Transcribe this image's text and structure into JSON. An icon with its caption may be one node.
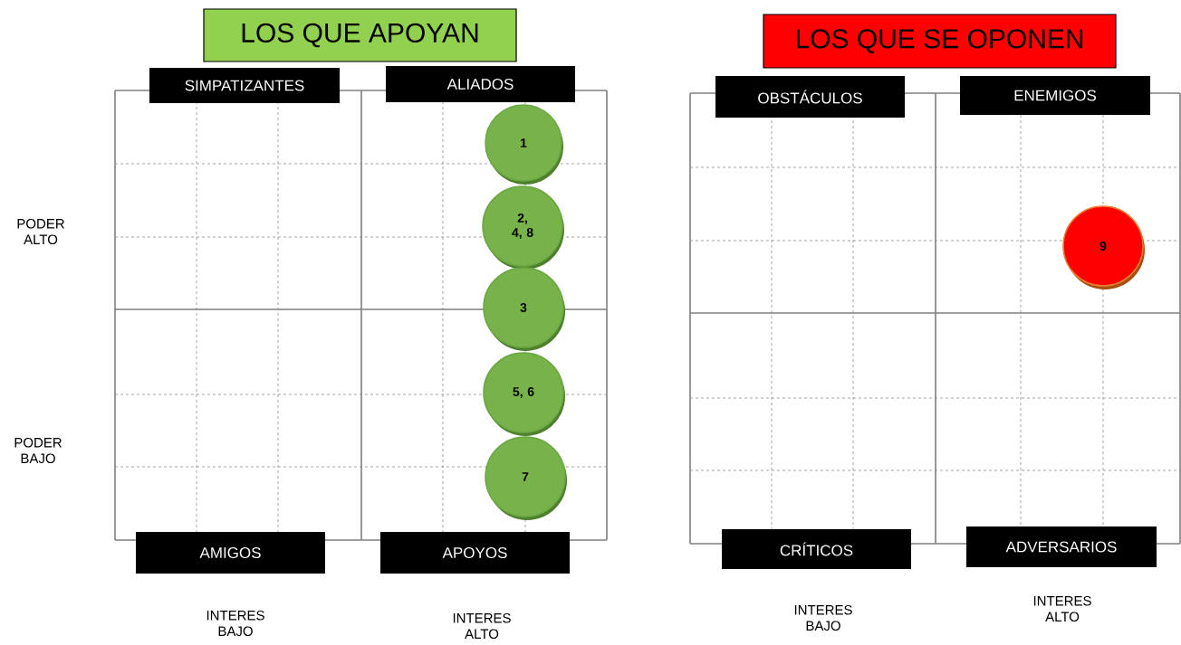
{
  "diagram": {
    "nodes": [
      {
        "text": [
          "LOS QUE APOYAN"
        ]
      },
      {
        "text": [
          "SIMPATIZANTES"
        ]
      },
      {
        "text": [
          "ALIADOS"
        ]
      },
      {
        "text": [
          "1"
        ]
      },
      {
        "text": [
          "2, 4, 8"
        ]
      },
      {
        "text": [
          "3"
        ]
      },
      {
        "text": [
          "5, 6"
        ]
      },
      {
        "text": [
          "7"
        ]
      },
      {
        "text": [
          "AMIGOS"
        ]
      },
      {
        "text": [
          "APOYOS"
        ]
      },
      {
        "text": [
          "LOS QUE SE OPONEN"
        ]
      },
      {
        "text": [
          "OBSTÁCULOS"
        ]
      },
      {
        "text": [
          "ENEMIGOS"
        ]
      },
      {
        "text": [
          "9"
        ]
      },
      {
        "text": [
          "CRÍTICOS"
        ]
      },
      {
        "text": [
          "ADVERSARIOS"
        ]
      }
    ],
    "labels": [
      "PODER ALTO",
      "PODER BAJO",
      "INTERES BAJO",
      "INTERES ALTO",
      "INTERES BAJO",
      "INTERES ALTO"
    ]
  }
}
